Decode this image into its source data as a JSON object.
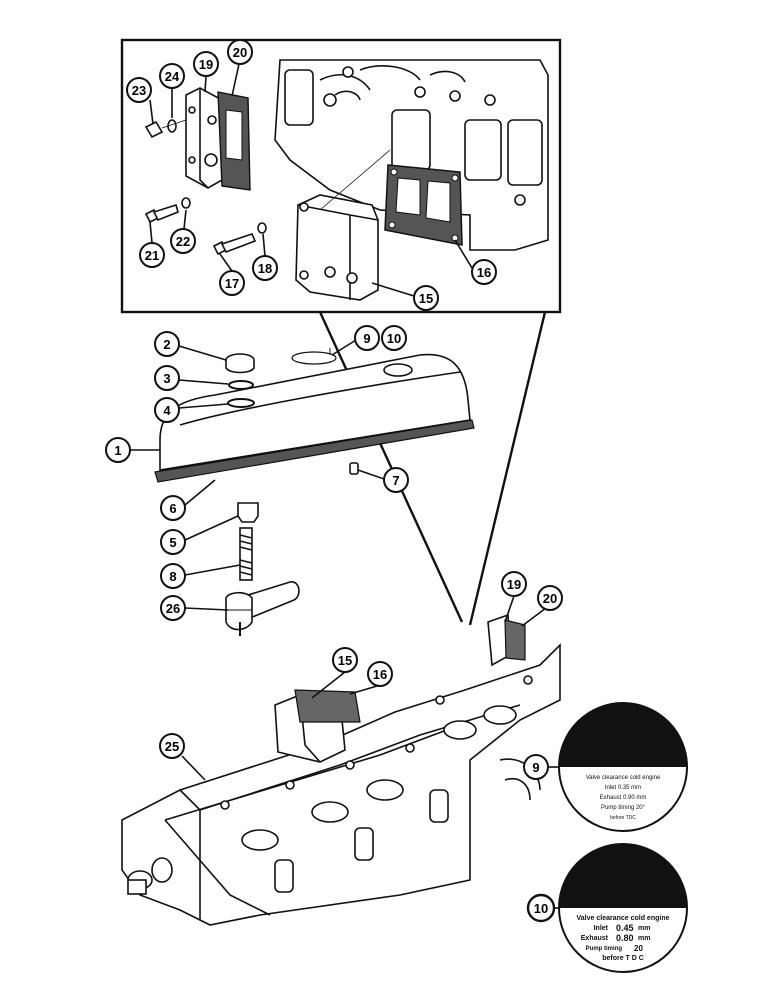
{
  "callouts": {
    "c1": "1",
    "c2": "2",
    "c3": "3",
    "c4": "4",
    "c5": "5",
    "c6": "6",
    "c7": "7",
    "c8": "8",
    "c9": "9",
    "c10": "10",
    "c15": "15",
    "c16": "16",
    "c17": "17",
    "c18": "18",
    "c19": "19",
    "c20": "20",
    "c21": "21",
    "c22": "22",
    "c23": "23",
    "c24": "24",
    "c25": "25",
    "c26": "26",
    "c15b": "15",
    "c16b": "16",
    "c19b": "19",
    "c20b": "20",
    "c9b": "9",
    "c10b": "10"
  },
  "decal_9": {
    "line1": "Valve clearance cold engine",
    "line2": "Inlet 0.35 mm",
    "line3": "Exhaust 0.90 mm",
    "line4": "Pump timing 20°",
    "line5": "before TDC"
  },
  "decal_10": {
    "line1": "Valve clearance cold engine",
    "line2_label": "Inlet",
    "line2_value": "0.45",
    "line2_unit": "mm",
    "line3_label": "Exhaust",
    "line3_value": "0.80",
    "line3_unit": "mm",
    "line4_label": "Pump timing",
    "line4_value": "20",
    "line5": "before T D C"
  }
}
